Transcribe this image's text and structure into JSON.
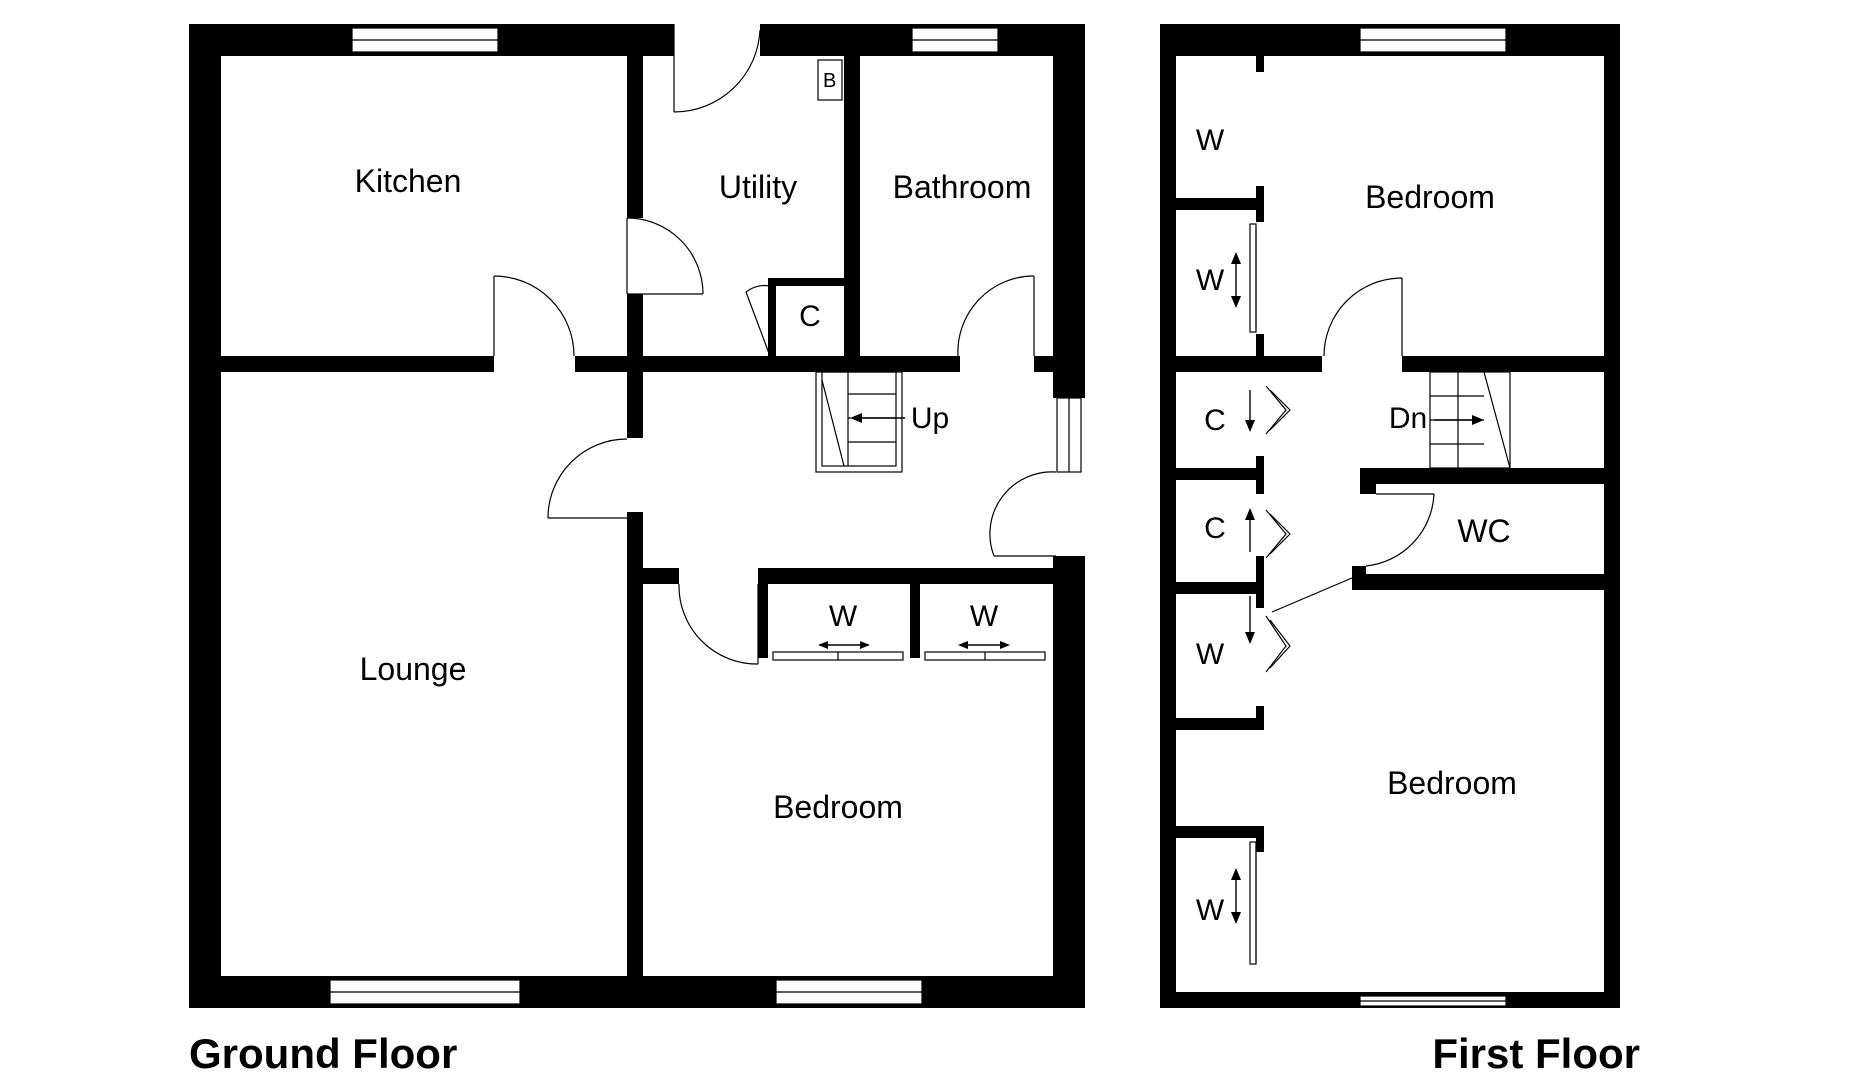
{
  "ground_floor": {
    "title": "Ground Floor",
    "rooms": {
      "kitchen": "Kitchen",
      "utility": "Utility",
      "bathroom": "Bathroom",
      "lounge": "Lounge",
      "bedroom": "Bedroom"
    },
    "boiler": "B",
    "cupboard": "C",
    "wardrobe_1": "W",
    "wardrobe_2": "W",
    "stairs": "Up"
  },
  "first_floor": {
    "title": "First Floor",
    "rooms": {
      "bedroom_top": "Bedroom",
      "bedroom_bottom": "Bedroom",
      "wc": "WC"
    },
    "wardrobe_1": "W",
    "wardrobe_2": "W",
    "wardrobe_3": "W",
    "wardrobe_4": "W",
    "cupboard_1": "C",
    "cupboard_2": "C",
    "stairs": "Dn"
  }
}
